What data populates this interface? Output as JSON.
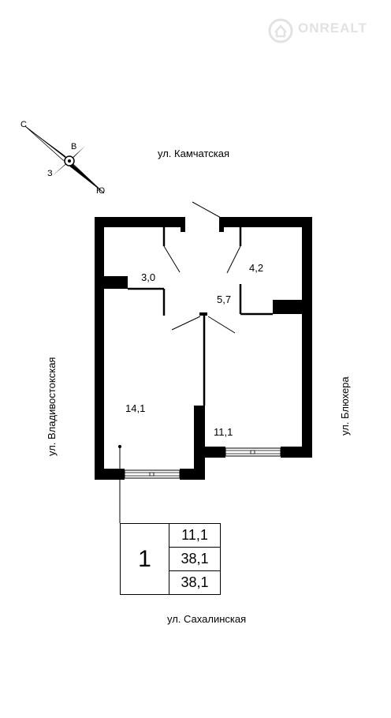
{
  "watermark": {
    "brand": "ONREALT",
    "icon": "house-logo-icon"
  },
  "streets": {
    "top": "ул. Камчатская",
    "bottom": "ул. Сахалинская",
    "left": "ул. Владивостокская",
    "right": "ул. Блюхера"
  },
  "compass": {
    "north": "С",
    "east": "В",
    "west": "З",
    "south": "Ю",
    "icon": "compass-rose-icon"
  },
  "rooms": {
    "bathroom_left": "3,0",
    "bathroom_right": "4,2",
    "hall": "5,7",
    "room_large": "14,1",
    "kitchen": "11,1"
  },
  "summary": {
    "apartment_number": "1",
    "value_1": "11,1",
    "value_2": "38,1",
    "value_3": "38,1"
  }
}
